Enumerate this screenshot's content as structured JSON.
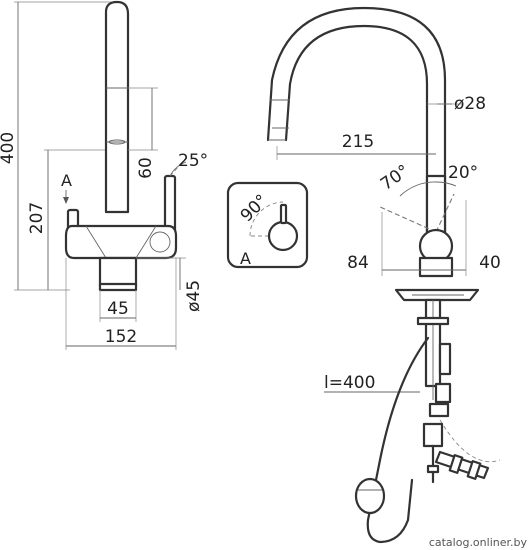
{
  "side_view": {
    "height_total": "400",
    "height_spout": "207",
    "handle_offset": "60",
    "handle_angle": "25°",
    "base_width": "45",
    "base_diameter": "ø45",
    "total_width": "152",
    "marker_label": "A"
  },
  "top_view": {
    "rotation_angle": "90°",
    "marker_label": "A"
  },
  "front_view": {
    "spout_diameter": "ø28",
    "spout_reach": "215",
    "angle_left": "70°",
    "angle_right": "20°",
    "lever_left": "84",
    "lever_right": "40",
    "hose_length": "l=400"
  },
  "watermark": "catalog.onliner.by"
}
